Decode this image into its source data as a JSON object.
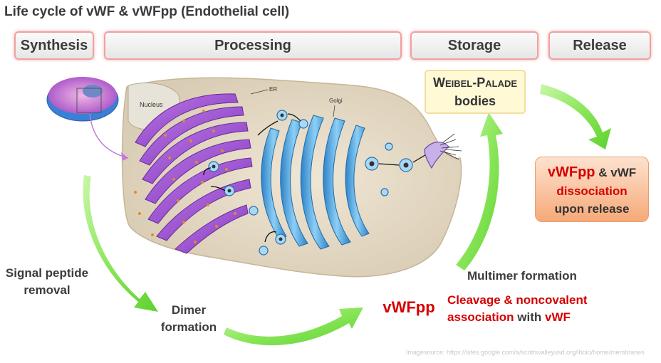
{
  "title": "Life cycle of vWF & vWFpp (Endothelial cell)",
  "stages": {
    "synthesis": "Synthesis",
    "processing": "Processing",
    "storage": "Storage",
    "release": "Release"
  },
  "weibel_palade": {
    "line1": "Weibel-Palade",
    "line2": "bodies"
  },
  "release_box": {
    "vwfpp": "vWFpp",
    "and_vwf": " & vWF",
    "dissociation": "dissociation",
    "upon_release": "upon release"
  },
  "labels": {
    "signal_peptide_line1": "Signal peptide",
    "signal_peptide_line2": "removal",
    "dimer_line1": "Dimer",
    "dimer_line2": "formation",
    "vwfpp": "vWFpp",
    "multimer": "Multimer formation",
    "cleavage_line1": "Cleavage & noncovalent",
    "cleavage_line2_red": "association",
    "cleavage_line2_black": " with ",
    "cleavage_line2_red2": "vWF"
  },
  "illustration": {
    "nucleus": "Nucleus",
    "er": "ER",
    "golgi": "Golgi"
  },
  "source": "Imagesource: https://sites.google.com/a/scottsvalleyusd.org/ibbio/home/membranes",
  "colors": {
    "arrow": "#7ee04a",
    "stage_border": "#f0a0a0",
    "red": "#d40000",
    "er": "#a05ad0",
    "golgi": "#4da6e0"
  }
}
